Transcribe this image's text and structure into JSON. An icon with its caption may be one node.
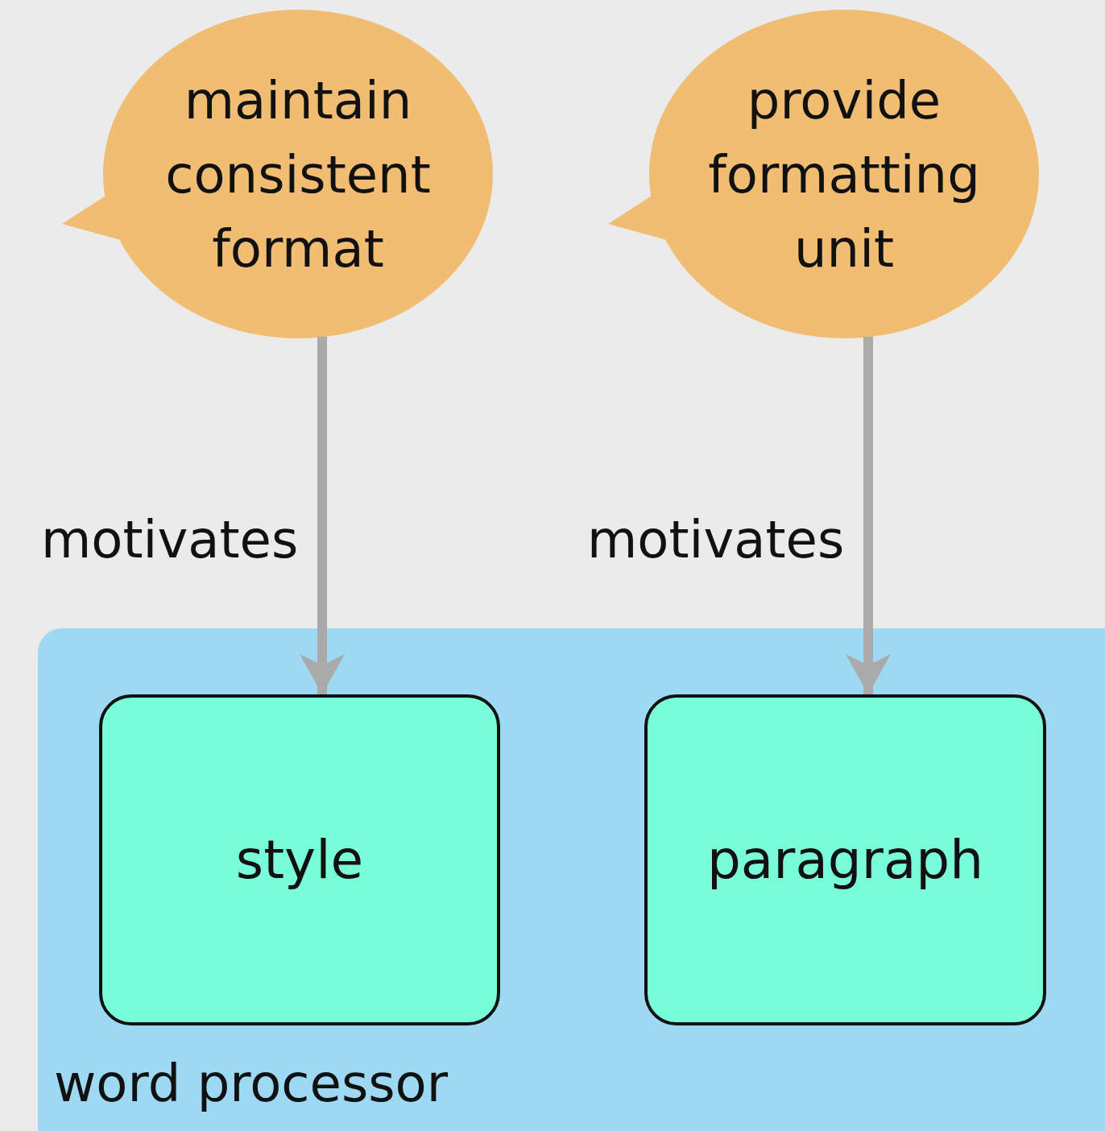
{
  "diagram": {
    "nodes": [
      {
        "text": [
          "maintain consistent format"
        ]
      },
      {
        "text": [
          "provide formatting unit"
        ]
      },
      {
        "text": [
          "word processor"
        ]
      },
      {
        "text": [
          "style"
        ],
        "in": 2
      },
      {
        "text": [
          "paragraph"
        ],
        "in": 2
      }
    ],
    "edges": [
      {
        "from": 0,
        "to": 3,
        "arrow": "to",
        "label": "motivates"
      },
      {
        "from": 1,
        "to": 4,
        "arrow": "to",
        "label": "motivates"
      }
    ]
  }
}
